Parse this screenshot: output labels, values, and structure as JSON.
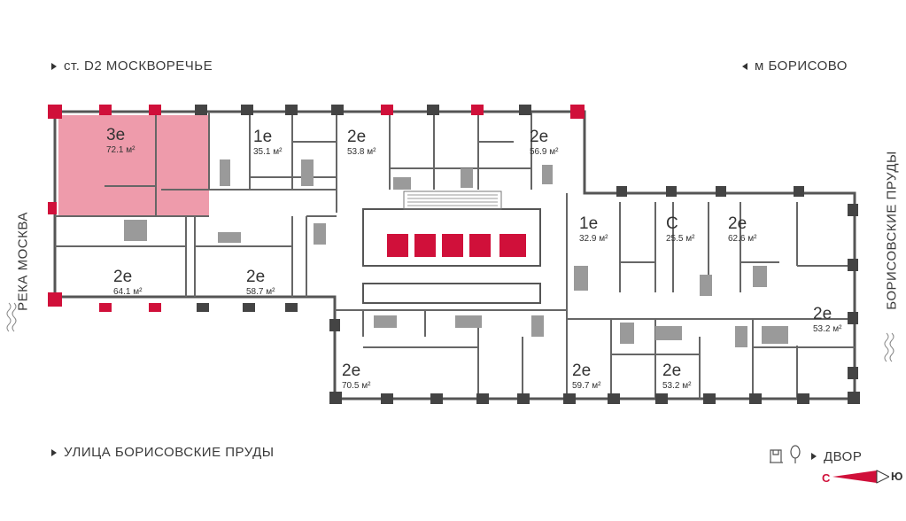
{
  "labels": {
    "top_left": "ст. D2 МОСКВОРЕЧЬЕ",
    "top_right": "м БОРИСОВО",
    "left_vertical": "РЕКА МОСКВА",
    "right_vertical": "БОРИСОВСКИЕ ПРУДЫ",
    "bottom_left": "УЛИЦА БОРИСОВСКИЕ ПРУДЫ",
    "bottom_right": "ДВОР"
  },
  "compass": {
    "north": "С",
    "south": "Ю"
  },
  "colors": {
    "highlight": "#e8798f",
    "accent": "#d0103a",
    "wall": "#555555",
    "fixture": "#9a9a9a"
  },
  "apartments": [
    {
      "id": "a1",
      "type": "3е",
      "area": "72.1 м²",
      "highlighted": true
    },
    {
      "id": "a2",
      "type": "1е",
      "area": "35.1 м²",
      "highlighted": false
    },
    {
      "id": "a3",
      "type": "2е",
      "area": "53.8 м²",
      "highlighted": false
    },
    {
      "id": "a4",
      "type": "2е",
      "area": "56.9 м²",
      "highlighted": false
    },
    {
      "id": "a5",
      "type": "2е",
      "area": "64.1 м²",
      "highlighted": false
    },
    {
      "id": "a6",
      "type": "2е",
      "area": "58.7 м²",
      "highlighted": false
    },
    {
      "id": "a7",
      "type": "1е",
      "area": "32.9 м²",
      "highlighted": false
    },
    {
      "id": "a8",
      "type": "С",
      "area": "25.5 м²",
      "highlighted": false
    },
    {
      "id": "a9",
      "type": "2е",
      "area": "62.6 м²",
      "highlighted": false
    },
    {
      "id": "a10",
      "type": "2е",
      "area": "53.2 м²",
      "highlighted": false
    },
    {
      "id": "a11",
      "type": "2е",
      "area": "70.5 м²",
      "highlighted": false
    },
    {
      "id": "a12",
      "type": "2е",
      "area": "59.7 м²",
      "highlighted": false
    },
    {
      "id": "a13",
      "type": "2е",
      "area": "53.2 м²",
      "highlighted": false
    }
  ]
}
